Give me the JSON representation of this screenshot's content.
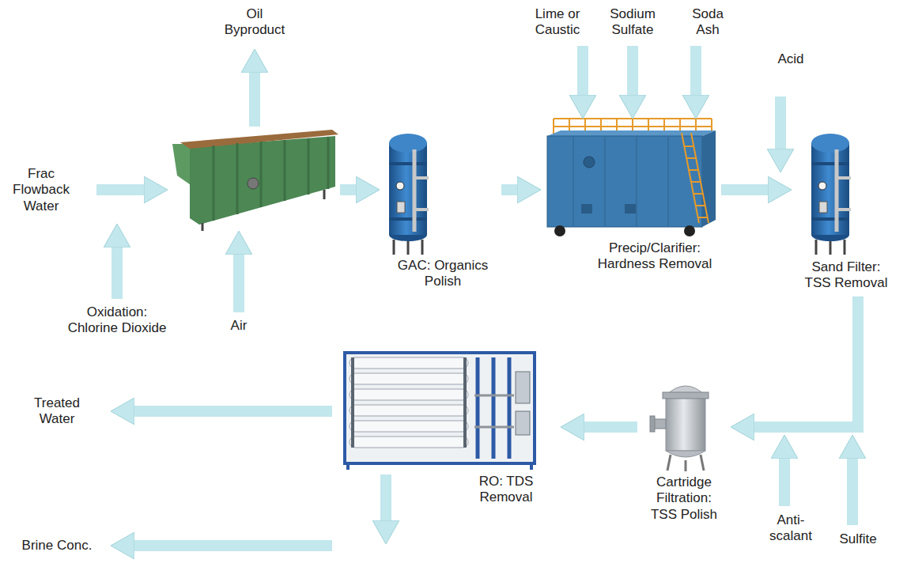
{
  "diagram": {
    "nodes": [
      {
        "text": [
          "GAC: Organics Polish"
        ]
      },
      {
        "text": [
          "Precip/Clarifier: Hardness Removal"
        ]
      },
      {
        "text": [
          "Sand Filter: TSS Removal"
        ]
      },
      {
        "text": [
          "Cartridge Filtration: TSS Polish"
        ]
      },
      {
        "text": [
          "RO: TDS Removal"
        ]
      }
    ],
    "edges": [
      {
        "from": 0,
        "to": 1,
        "arrow": "to"
      },
      {
        "from": 1,
        "to": 2,
        "arrow": "to"
      },
      {
        "from": 2,
        "to": 3,
        "arrow": "to"
      },
      {
        "from": 3,
        "to": 4,
        "arrow": "to"
      }
    ],
    "labels": [
      "Oil Byproduct",
      "Frac Flowback Water",
      "Oxidation: Chlorine Dioxide",
      "Air",
      "Lime or Caustic",
      "Sodium Sulfate",
      "Soda Ash",
      "Acid",
      "Treated Water",
      "Brine Conc.",
      "Anti-scalant",
      "Sulfite"
    ]
  }
}
